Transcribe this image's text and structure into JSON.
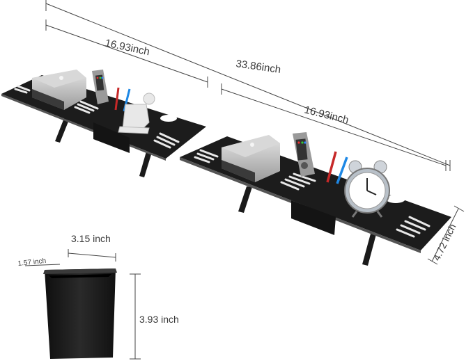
{
  "dimensions": {
    "total_length": "33.86inch",
    "left_shelf_length": "16.93inch",
    "right_shelf_length": "16.93inch",
    "shelf_depth": "4.72 inch",
    "cup_width": "3.15 inch",
    "cup_depth": "1.57 inch",
    "cup_height": "3.93 inch"
  },
  "colors": {
    "shelf": "#1c1c1c",
    "dimension_line": "#444444",
    "cup": "#1a1a1a",
    "device": "#c8c8c8"
  }
}
